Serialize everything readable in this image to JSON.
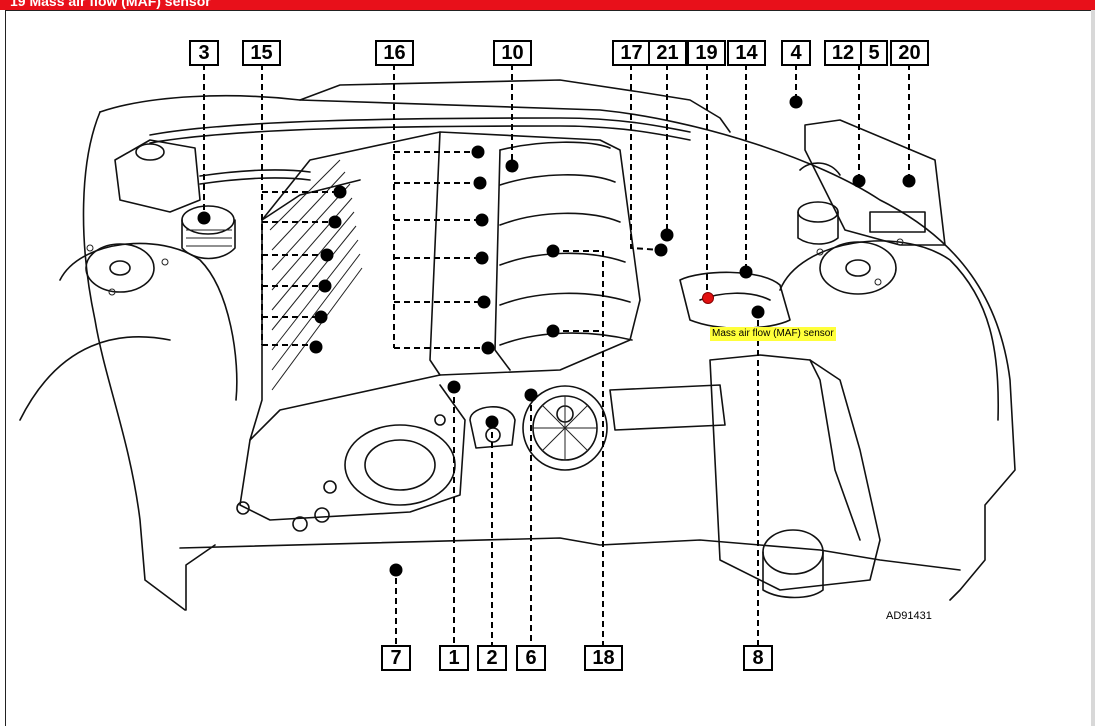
{
  "window": {
    "title": "19 Mass air flow (MAF) sensor"
  },
  "tooltip": {
    "text": "Mass air flow (MAF) sensor"
  },
  "reference": "AD91431",
  "colors": {
    "title_bar": "#e8101a",
    "tooltip_bg": "#ffff3a",
    "marker": "#e21010"
  },
  "labels": {
    "top": [
      "3",
      "15",
      "16",
      "10",
      "17",
      "21",
      "19",
      "14",
      "4",
      "12",
      "5",
      "20"
    ],
    "bottom": [
      "7",
      "1",
      "2",
      "6",
      "18",
      "8"
    ]
  }
}
